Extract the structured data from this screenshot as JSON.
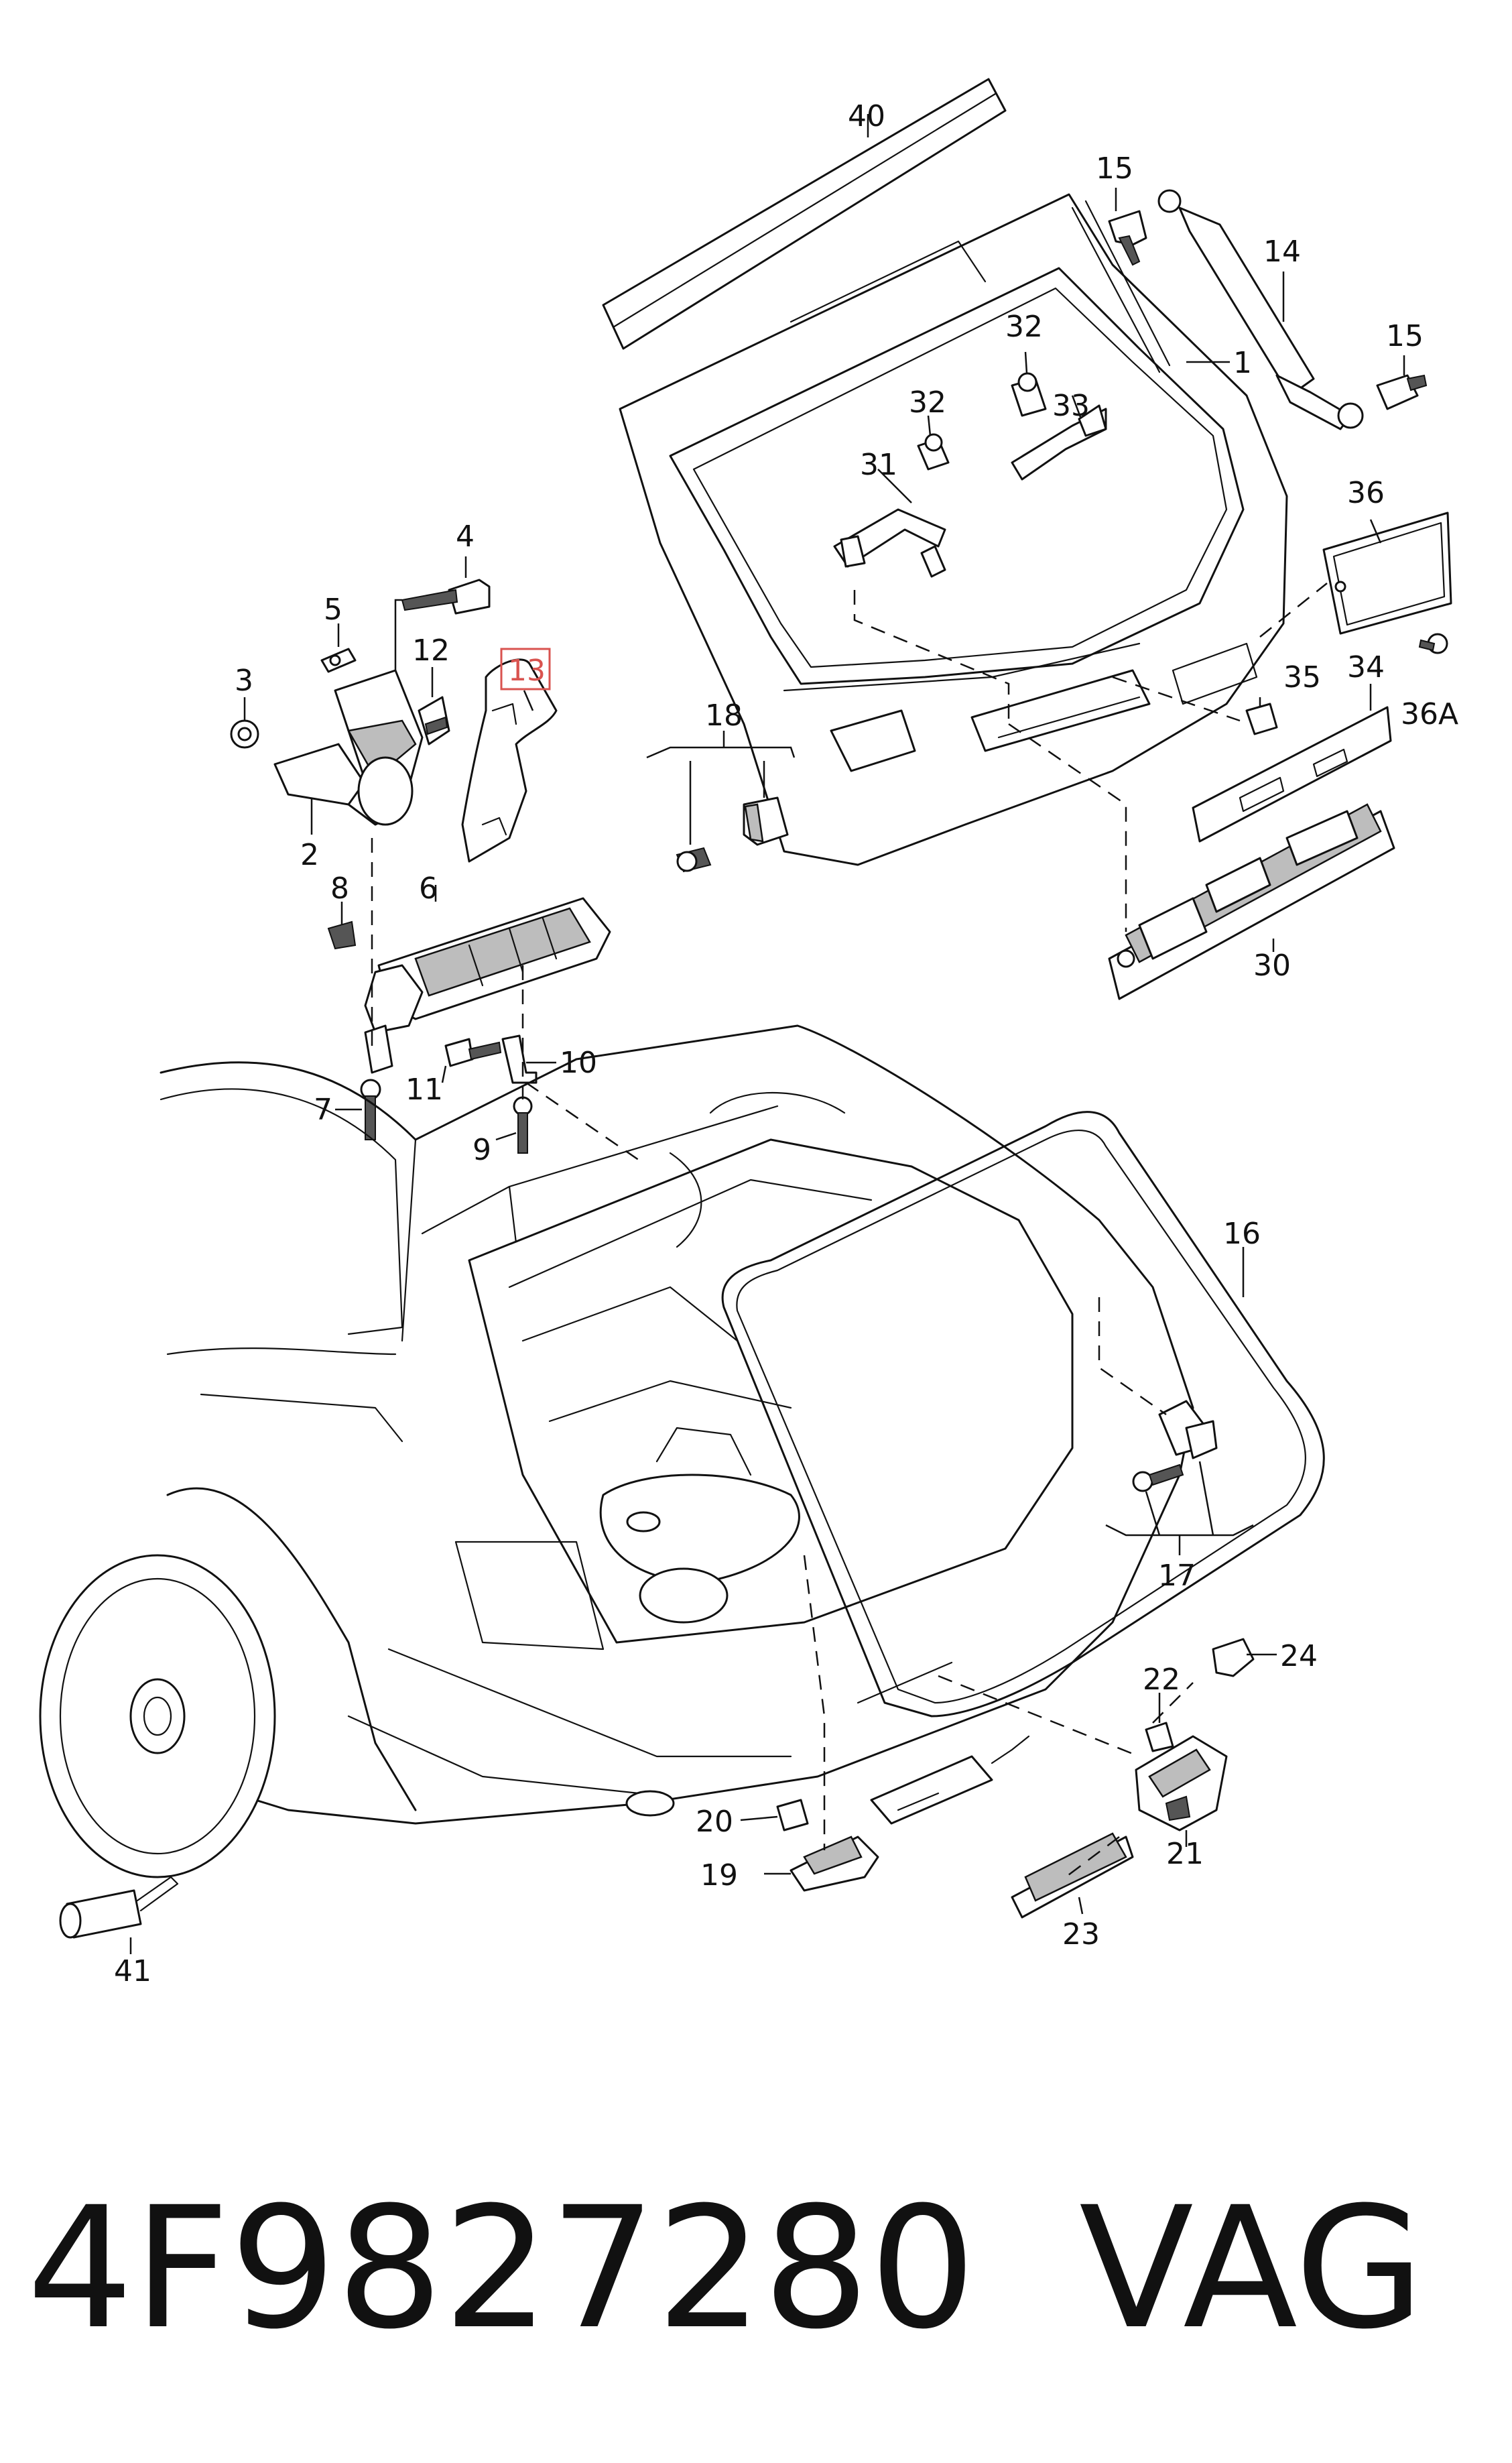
{
  "part_number": "4F9827280",
  "manufacturer": "VAG",
  "highlighted_callout": "13",
  "callouts": [
    {
      "id": "c1",
      "label": "1"
    },
    {
      "id": "c2",
      "label": "2"
    },
    {
      "id": "c3",
      "label": "3"
    },
    {
      "id": "c4",
      "label": "4"
    },
    {
      "id": "c5",
      "label": "5"
    },
    {
      "id": "c6",
      "label": "6"
    },
    {
      "id": "c7",
      "label": "7"
    },
    {
      "id": "c8",
      "label": "8"
    },
    {
      "id": "c9",
      "label": "9"
    },
    {
      "id": "c10",
      "label": "10"
    },
    {
      "id": "c11",
      "label": "11"
    },
    {
      "id": "c12",
      "label": "12"
    },
    {
      "id": "c13",
      "label": "13"
    },
    {
      "id": "c14",
      "label": "14"
    },
    {
      "id": "c15a",
      "label": "15"
    },
    {
      "id": "c15b",
      "label": "15"
    },
    {
      "id": "c16",
      "label": "16"
    },
    {
      "id": "c17",
      "label": "17"
    },
    {
      "id": "c18",
      "label": "18"
    },
    {
      "id": "c19",
      "label": "19"
    },
    {
      "id": "c20",
      "label": "20"
    },
    {
      "id": "c21",
      "label": "21"
    },
    {
      "id": "c22",
      "label": "22"
    },
    {
      "id": "c23",
      "label": "23"
    },
    {
      "id": "c24",
      "label": "24"
    },
    {
      "id": "c30",
      "label": "30"
    },
    {
      "id": "c31",
      "label": "31"
    },
    {
      "id": "c32a",
      "label": "32"
    },
    {
      "id": "c32b",
      "label": "32"
    },
    {
      "id": "c33",
      "label": "33"
    },
    {
      "id": "c34",
      "label": "34"
    },
    {
      "id": "c35",
      "label": "35"
    },
    {
      "id": "c36",
      "label": "36"
    },
    {
      "id": "c36A",
      "label": "36A"
    },
    {
      "id": "c40",
      "label": "40"
    },
    {
      "id": "c41",
      "label": "41"
    }
  ]
}
